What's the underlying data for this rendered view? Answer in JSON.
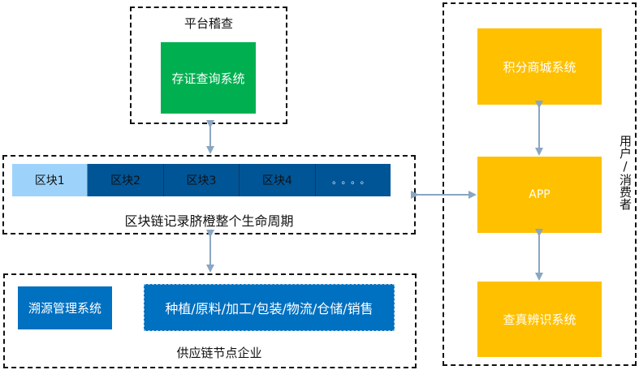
{
  "platform_audit": {
    "title": "平台稽查",
    "system": "存证查询系统"
  },
  "blockchain": {
    "blocks": [
      {
        "label": "区块1",
        "active": true
      },
      {
        "label": "区块2",
        "active": false
      },
      {
        "label": "区块3",
        "active": false
      },
      {
        "label": "区块4",
        "active": false
      },
      {
        "label": "。。。。",
        "active": false
      }
    ],
    "caption": "区块链记录脐橙整个生命周期"
  },
  "supply_chain": {
    "traceability_system": "溯源管理系统",
    "stages": "种植/原料/加工/包装/物流/仓储/销售",
    "caption": "供应链节点企业"
  },
  "consumer": {
    "label": "用户/消费者",
    "systems": {
      "points_mall": "积分商城系统",
      "app": "APP",
      "authenticity": "查真辨识系统"
    }
  },
  "colors": {
    "green": "#00b050",
    "block_active": "#9dd3fb",
    "block_dark": "#005596",
    "supply_blue": "#0070c0",
    "orange": "#ffc000",
    "arrow": "#8aa6c1"
  },
  "connections": [
    {
      "from": "platform-audit",
      "to": "blockchain",
      "type": "bidirectional"
    },
    {
      "from": "blockchain",
      "to": "supply-chain",
      "type": "bidirectional"
    },
    {
      "from": "blockchain",
      "to": "app",
      "type": "bidirectional"
    },
    {
      "from": "points-mall",
      "to": "app",
      "type": "bidirectional"
    },
    {
      "from": "app",
      "to": "authenticity-system",
      "type": "bidirectional"
    }
  ]
}
